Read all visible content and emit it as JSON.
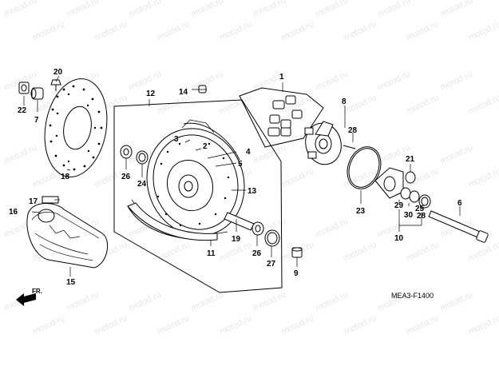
{
  "watermark": "motod.ru",
  "diagram_code": "MEA3-F1400",
  "direction_label": "FR.",
  "callouts": [
    "1",
    "2",
    "3",
    "4",
    "5",
    "6",
    "7",
    "8",
    "9",
    "10",
    "11",
    "12",
    "13",
    "14",
    "15",
    "16",
    "17",
    "18",
    "19",
    "20",
    "21",
    "22",
    "23",
    "24",
    "25",
    "26",
    "26",
    "27",
    "28",
    "29",
    "30",
    "30"
  ]
}
